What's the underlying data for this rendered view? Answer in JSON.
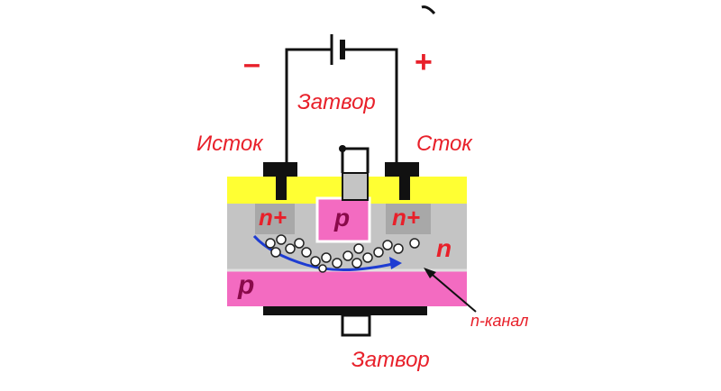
{
  "labels": {
    "minus": "–",
    "plus": "+",
    "gate_top": "Затвор",
    "source": "Исток",
    "drain": "Сток",
    "gate_bottom": "Затвор",
    "channel": "n-канал"
  },
  "regions": {
    "n_plus_left": "n+",
    "p_gate": "p",
    "n_plus_right": "n+",
    "n_body": "n",
    "p_substrate": "p"
  },
  "colors": {
    "label_red": "#e8202a",
    "yellow_layer": "#ffff33",
    "gray_body": "#c4c4c4",
    "pink_layer": "#f36bc1",
    "metal": "#111111",
    "arrow_blue": "#1e3cd2"
  }
}
